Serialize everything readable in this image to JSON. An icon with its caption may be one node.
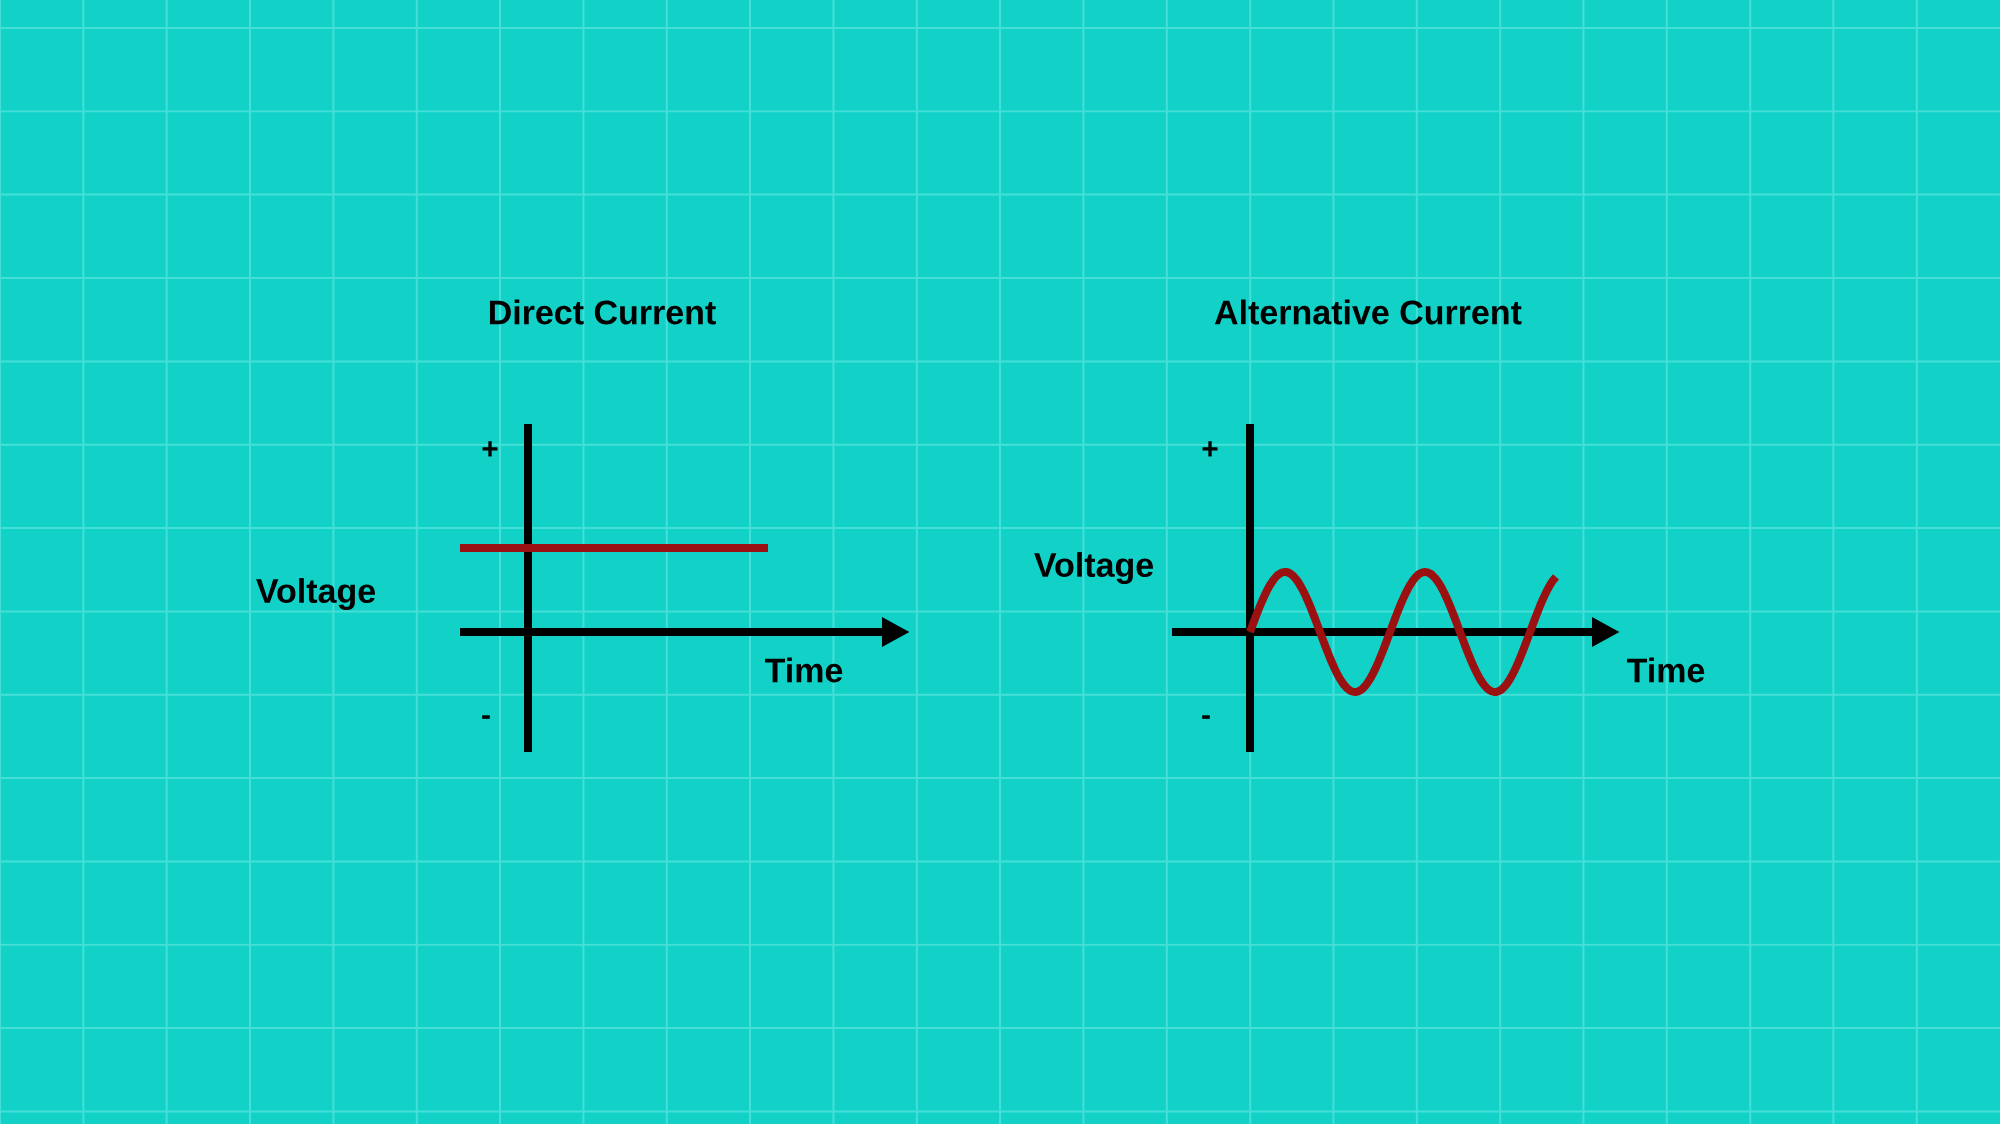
{
  "diagram": {
    "labels": [
      "Direct Current",
      "+",
      "Voltage",
      "Time",
      "-",
      "Alternative Current",
      "+",
      "Voltage",
      "Time",
      "-"
    ]
  }
}
